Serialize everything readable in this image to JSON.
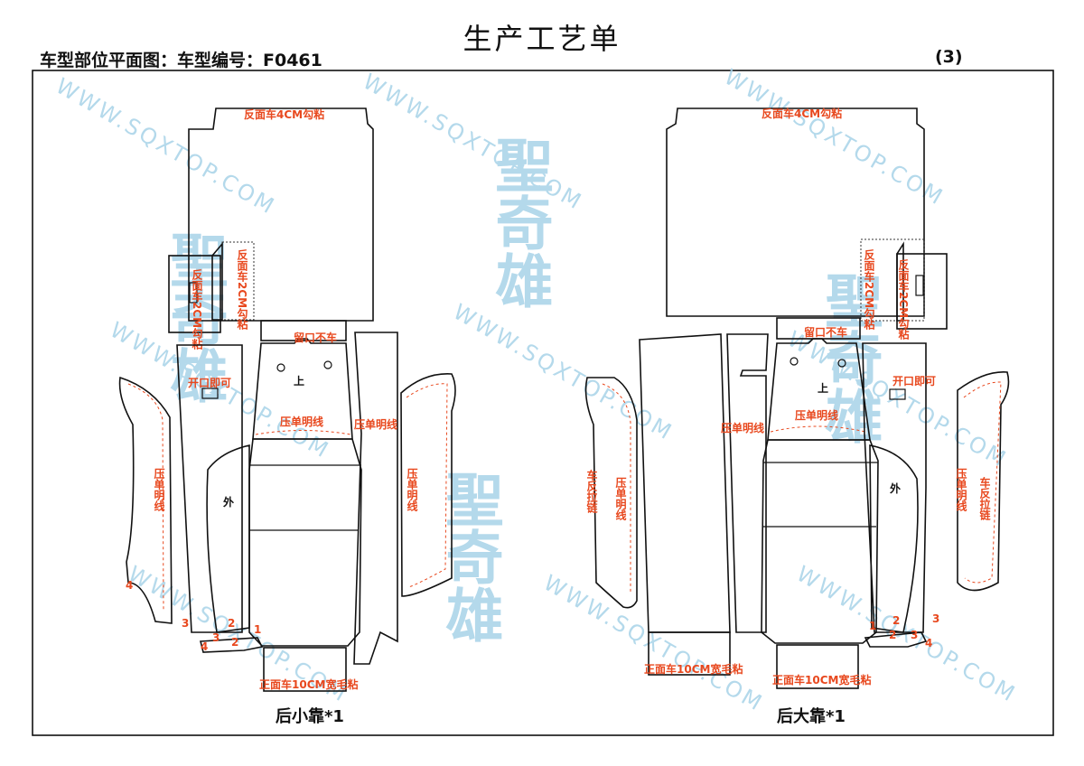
{
  "header": {
    "title": "生产工艺单",
    "subtitle": "车型部位平面图：车型编号：F0461",
    "page_number": "(3)"
  },
  "colors": {
    "annotation": "#e8481e",
    "outline": "#111111",
    "watermark": "#a7d3e8",
    "seam": "#e8481e"
  },
  "watermark": {
    "url": "WWW.SQXTOP.COM",
    "brand": "聖奇雄"
  },
  "left_pattern": {
    "caption": "后小靠*1",
    "top_panel_note": "反面车4CM勾粘",
    "flap_note": "反面车2CM勾粘",
    "inner_flap_note": "反面车2CM勾粘",
    "window_note": "留口不车",
    "up_mark": "上",
    "opening_note": "开口即可",
    "stitch_note_center": "压单明线",
    "stitch_note_right": "压单明线",
    "stitch_note_left_side": "压单明线",
    "stitch_note_right_side": "压单明线",
    "outer_mark": "外",
    "bottom_note": "正面车10CM宽毛粘",
    "numbers": [
      "4",
      "3",
      "2",
      "1",
      "4",
      "3",
      "2"
    ]
  },
  "right_pattern": {
    "caption": "后大靠*1",
    "top_panel_note": "反面车4CM勾粘",
    "flap_note": "反面车2CM勾粘",
    "inner_flap_note": "反面车2CM勾粘",
    "window_note": "留口不车",
    "up_mark": "上",
    "opening_note": "开口即可",
    "stitch_note_center": "压单明线",
    "stitch_note_left": "压单明线",
    "stitch_note_left_side": "压单明线",
    "stitch_note_right_side": "压单明线",
    "zip_note_left": "车反拉链",
    "zip_note_right": "车反拉链",
    "outer_mark": "外",
    "bottom_note_left": "正面车10CM宽毛粘",
    "bottom_note_center": "正面车10CM宽毛粘",
    "numbers": [
      "1",
      "2",
      "3",
      "4",
      "2",
      "3"
    ]
  }
}
